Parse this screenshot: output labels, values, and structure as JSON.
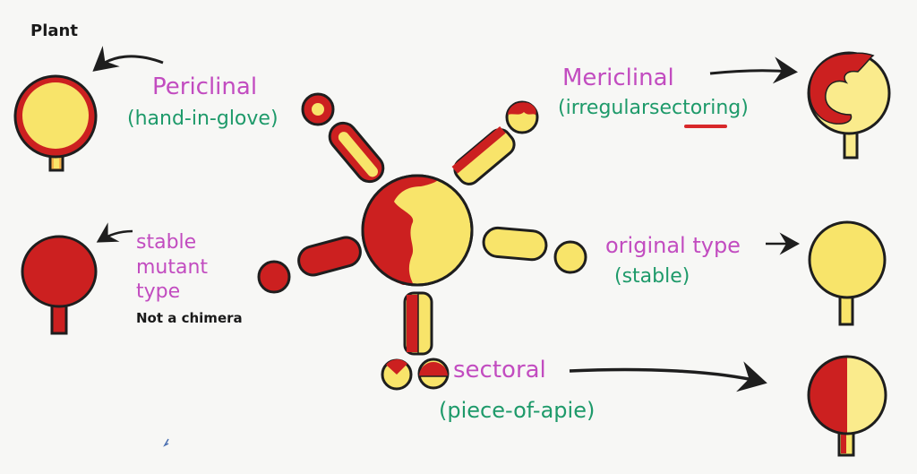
{
  "colors": {
    "red": "#cc2020",
    "yellow": "#f8e46a",
    "pale_yellow": "#faeb8c",
    "outline": "#1e1e1e",
    "label_purple": "#c24cc0",
    "label_green": "#1e9a6a",
    "background": "#f7f7f5"
  },
  "labels": {
    "plant": "Plant",
    "periclinal": {
      "title": "Periclinal",
      "subtitle": "(hand-in-glove)"
    },
    "mericlinal": {
      "title": "Mericlinal",
      "subtitle": "(irregularsectoring)"
    },
    "stable_mutant": {
      "line1": "stable",
      "line2": "mutant",
      "line3": "type",
      "note": "Not a chimera"
    },
    "original_type": {
      "title": "original type",
      "subtitle": "(stable)"
    },
    "sectoral": {
      "title": "sectoral",
      "subtitle": "(piece-of-apie)"
    }
  },
  "plants": [
    {
      "id": "periclinal-plant",
      "pattern": "yellow core, red outer layer"
    },
    {
      "id": "mericlinal-plant",
      "pattern": "partial red sector wrapping yellow"
    },
    {
      "id": "stable-mutant-plant",
      "pattern": "all red"
    },
    {
      "id": "original-type-plant",
      "pattern": "all yellow"
    },
    {
      "id": "sectoral-plant",
      "pattern": "half red, half yellow"
    }
  ],
  "center": {
    "id": "chimeric-meristem",
    "pattern": "mixed red/yellow sphere with five radiating shoots"
  }
}
